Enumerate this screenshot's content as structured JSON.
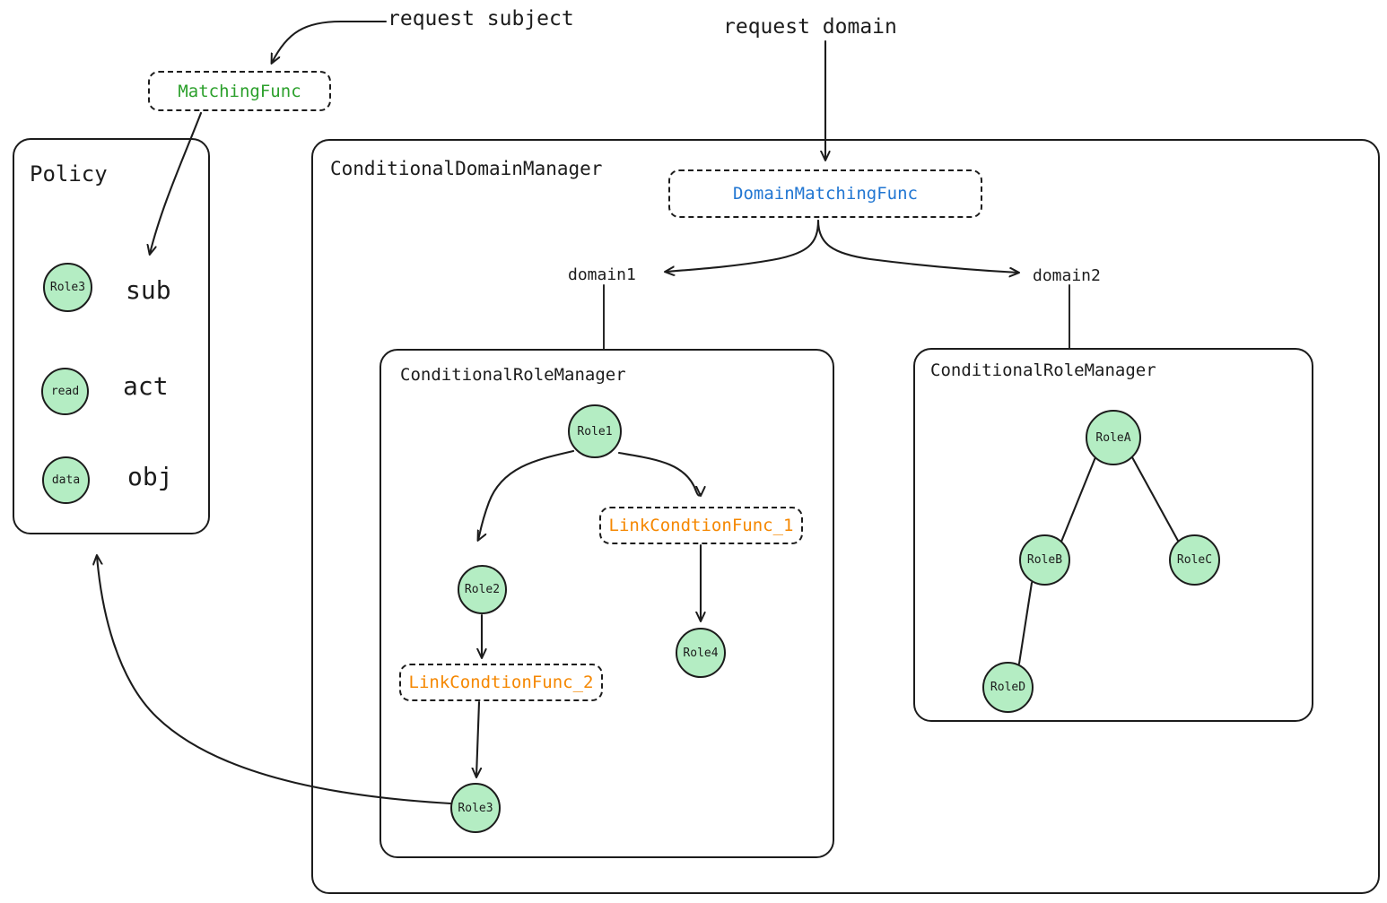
{
  "diagram": {
    "title_hidden": "",
    "colors": {
      "node_fill": "#b4edc3",
      "stroke": "#1c1c1c",
      "green_text": "#2ca02c",
      "blue_text": "#2176d2",
      "orange_text": "#f58700",
      "background": "#ffffff"
    },
    "inputs": {
      "request_subject": "request subject",
      "request_domain": "request domain"
    },
    "matching_func": {
      "label": "MatchingFunc"
    },
    "policy": {
      "title": "Policy",
      "rows": [
        {
          "node": "Role3",
          "field": "sub"
        },
        {
          "node": "read",
          "field": "act"
        },
        {
          "node": "data",
          "field": "obj"
        }
      ]
    },
    "domain_manager": {
      "title": "ConditionalDomainManager",
      "domain_matching_func": "DomainMatchingFunc",
      "branches": [
        {
          "label": "domain1"
        },
        {
          "label": "domain2"
        }
      ]
    },
    "role_manager_left": {
      "title": "ConditionalRoleManager",
      "nodes": [
        {
          "id": "role1",
          "label": "Role1"
        },
        {
          "id": "role2",
          "label": "Role2"
        },
        {
          "id": "role3",
          "label": "Role3"
        },
        {
          "id": "role4",
          "label": "Role4"
        }
      ],
      "link_funcs": [
        {
          "id": "lcf1",
          "label": "LinkCondtionFunc_1"
        },
        {
          "id": "lcf2",
          "label": "LinkCondtionFunc_2"
        }
      ],
      "edges": [
        {
          "from": "Role1",
          "to": "Role2"
        },
        {
          "from": "Role1",
          "to": "LinkCondtionFunc_1"
        },
        {
          "from": "LinkCondtionFunc_1",
          "to": "Role4"
        },
        {
          "from": "Role2",
          "to": "LinkCondtionFunc_2"
        },
        {
          "from": "LinkCondtionFunc_2",
          "to": "Role3"
        },
        {
          "from": "Role3",
          "to": "Policy"
        }
      ]
    },
    "role_manager_right": {
      "title": "ConditionalRoleManager",
      "nodes": [
        {
          "id": "roleA",
          "label": "RoleA"
        },
        {
          "id": "roleB",
          "label": "RoleB"
        },
        {
          "id": "roleC",
          "label": "RoleC"
        },
        {
          "id": "roleD",
          "label": "RoleD"
        }
      ],
      "edges": [
        {
          "from": "RoleA",
          "to": "RoleB"
        },
        {
          "from": "RoleA",
          "to": "RoleC"
        },
        {
          "from": "RoleB",
          "to": "RoleD"
        }
      ]
    }
  }
}
